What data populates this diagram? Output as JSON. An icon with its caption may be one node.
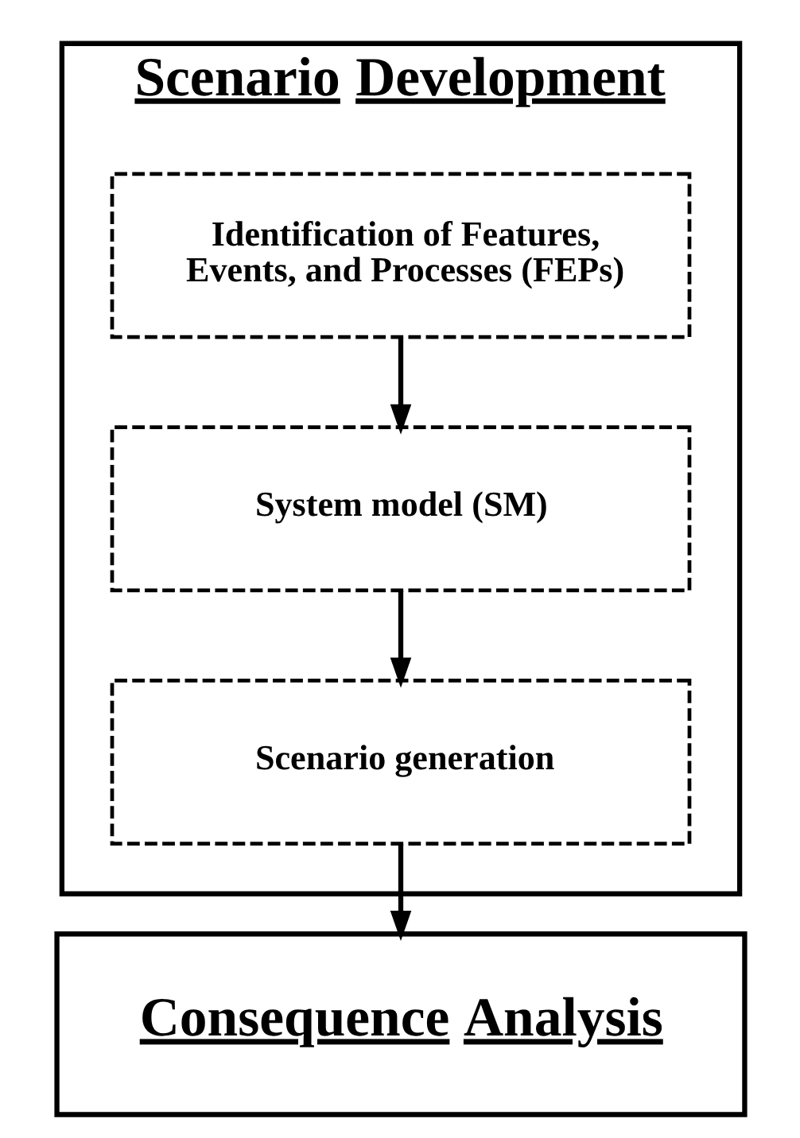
{
  "diagram": {
    "nodes": [
      {
        "text": [
          "Scenario Development"
        ]
      },
      {
        "text": [
          "Identification of Features, Events, and Processes (FEPs)"
        ],
        "in": 0
      },
      {
        "text": [
          "System model (SM)"
        ],
        "in": 0
      },
      {
        "text": [
          "Scenario generation"
        ],
        "in": 0
      },
      {
        "text": [
          "Consequence Analysis"
        ]
      }
    ],
    "edges": [
      {
        "from": 1,
        "to": 2,
        "arrow": "to"
      },
      {
        "from": 2,
        "to": 3,
        "arrow": "to"
      },
      {
        "from": 3,
        "to": 4,
        "arrow": "to"
      }
    ]
  }
}
